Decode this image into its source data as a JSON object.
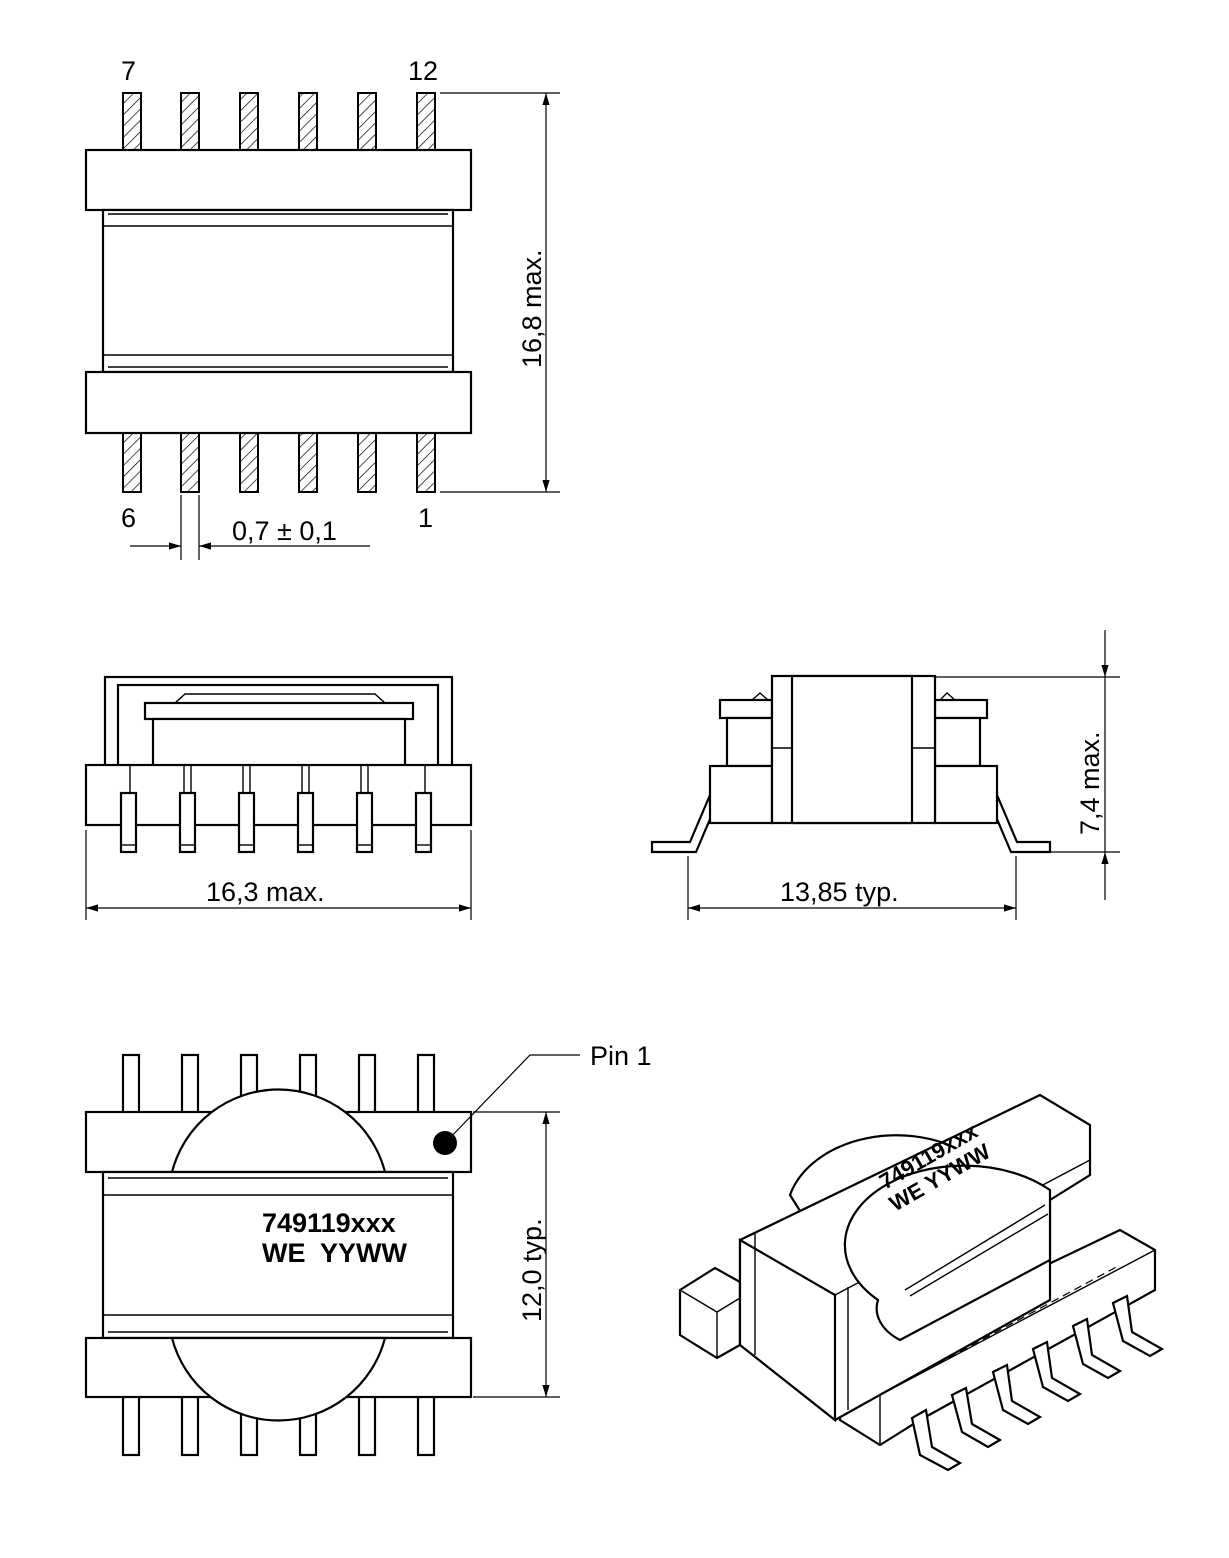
{
  "top_view": {
    "pin_labels": {
      "top_left": "7",
      "top_right": "12",
      "bottom_left": "6",
      "bottom_right": "1"
    },
    "height_dimension": "16,8 max.",
    "pin_width_dimension": "0,7 ± 0,1"
  },
  "side_view": {
    "width_dimension": "16,3 max."
  },
  "end_view": {
    "lead_span_dimension": "13,85 typ.",
    "height_dimension": "7,4 max."
  },
  "bottom_view": {
    "pin1_label": "Pin 1",
    "height_dimension": "12,0 typ.",
    "marking_line1": "749119xxx",
    "marking_line2": "WE  YYWW"
  },
  "iso_view": {
    "marking_line1": "749119xxx",
    "marking_line2": "WE YYWW"
  }
}
